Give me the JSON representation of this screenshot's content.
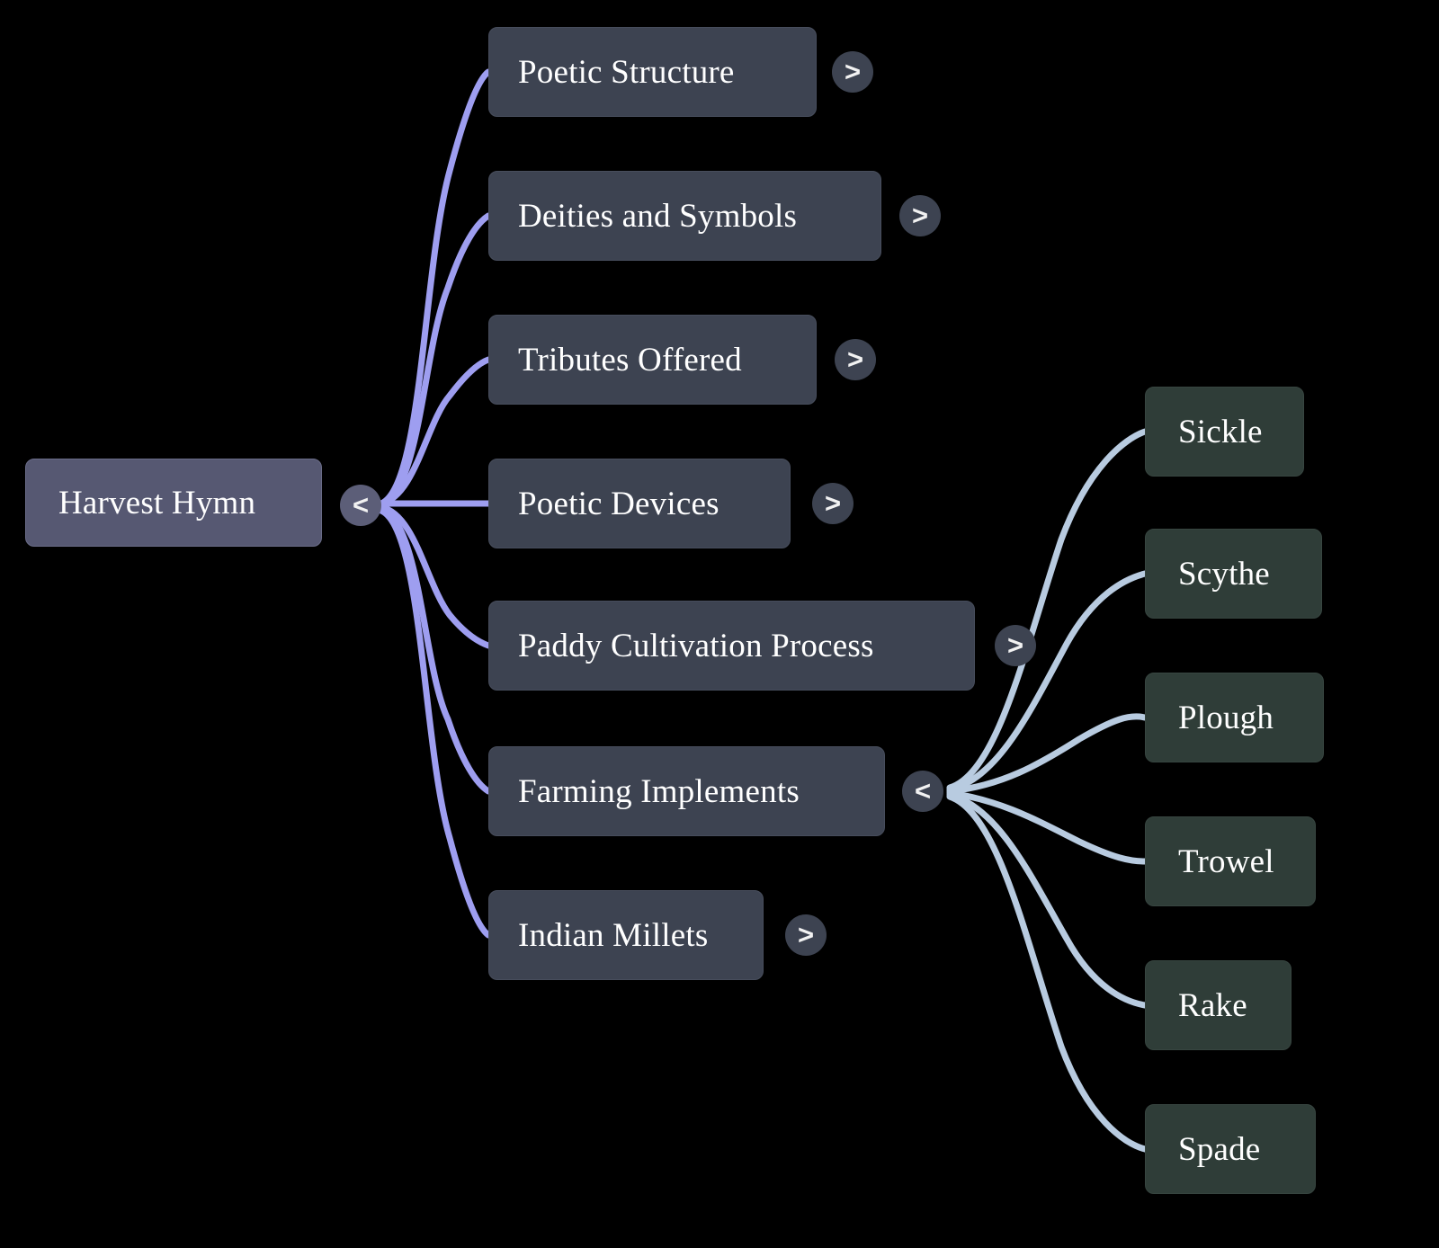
{
  "diagram": {
    "type": "mindmap",
    "background_color": "#000000",
    "root": {
      "label": "Harvest Hymn",
      "color": "#565872",
      "toggle": "<",
      "toggle_icon": "chevron-left-icon",
      "expanded": true
    },
    "branch_color": "#9e9ef0",
    "subbranch_color": "#b8cbe0",
    "level1_color": "#3d4351",
    "leaf_color": "#2f3d38",
    "level1": [
      {
        "label": "Poetic Structure",
        "toggle": ">",
        "toggle_icon": "chevron-right-icon",
        "expanded": false
      },
      {
        "label": "Deities and Symbols",
        "toggle": ">",
        "toggle_icon": "chevron-right-icon",
        "expanded": false
      },
      {
        "label": "Tributes Offered",
        "toggle": ">",
        "toggle_icon": "chevron-right-icon",
        "expanded": false
      },
      {
        "label": "Poetic Devices",
        "toggle": ">",
        "toggle_icon": "chevron-right-icon",
        "expanded": false
      },
      {
        "label": "Paddy Cultivation Process",
        "toggle": ">",
        "toggle_icon": "chevron-right-icon",
        "expanded": false
      },
      {
        "label": "Farming Implements",
        "toggle": "<",
        "toggle_icon": "chevron-left-icon",
        "expanded": true
      },
      {
        "label": "Indian Millets",
        "toggle": ">",
        "toggle_icon": "chevron-right-icon",
        "expanded": false
      }
    ],
    "leaves": [
      {
        "label": "Sickle",
        "parent": "Farming Implements"
      },
      {
        "label": "Scythe",
        "parent": "Farming Implements"
      },
      {
        "label": "Plough",
        "parent": "Farming Implements"
      },
      {
        "label": "Trowel",
        "parent": "Farming Implements"
      },
      {
        "label": "Rake",
        "parent": "Farming Implements"
      },
      {
        "label": "Spade",
        "parent": "Farming Implements"
      }
    ]
  }
}
